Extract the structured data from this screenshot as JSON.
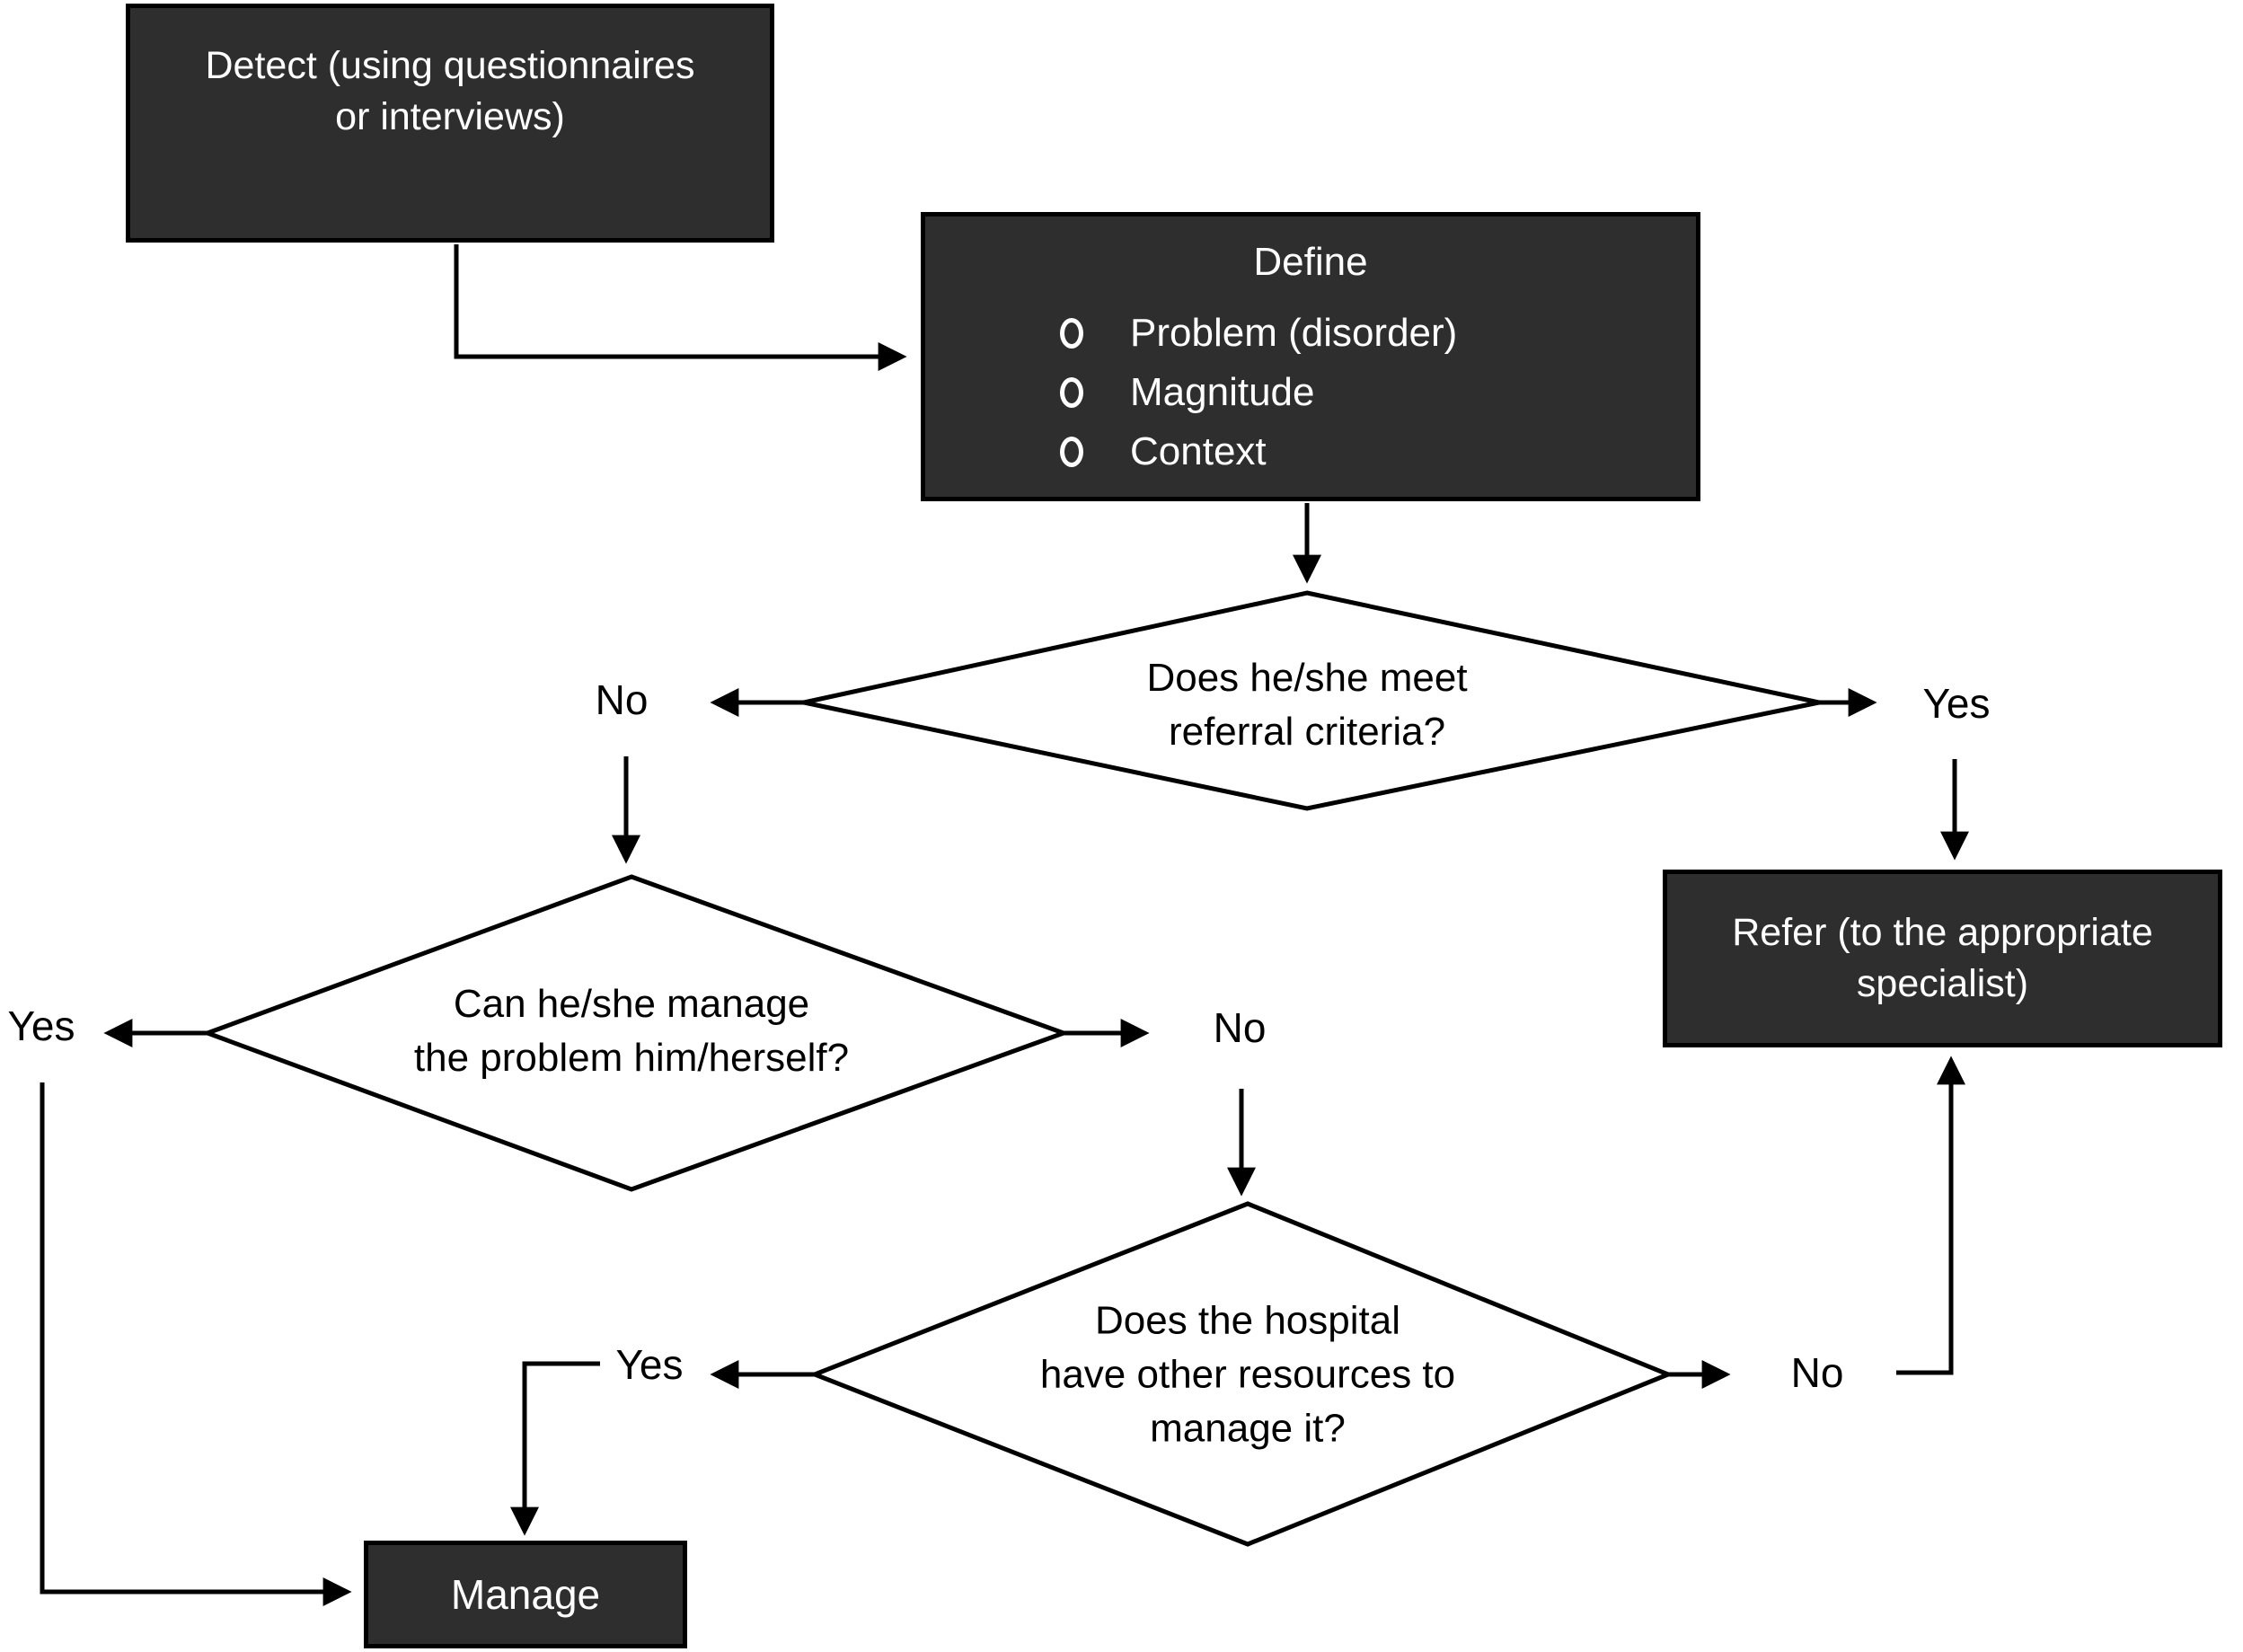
{
  "colors": {
    "node_fill": "#2e2e2e",
    "node_border": "#000000",
    "node_text": "#ffffff",
    "diamond_fill": "#ffffff",
    "line": "#000000",
    "background": "#ffffff"
  },
  "nodes": {
    "detect": {
      "lines": [
        "Detect (using questionnaires",
        "or interviews)"
      ]
    },
    "define": {
      "title": "Define",
      "bullets": [
        "Problem (disorder)",
        "Magnitude",
        "Context"
      ]
    },
    "decision_referral": {
      "lines": [
        "Does he/she meet",
        "referral criteria?"
      ]
    },
    "refer": {
      "lines": [
        "Refer (to the appropriate",
        "specialist)"
      ]
    },
    "decision_self_manage": {
      "lines": [
        "Can he/she manage",
        "the problem him/herself?"
      ]
    },
    "decision_hospital_resources": {
      "lines": [
        "Does the hospital",
        "have other resources to",
        "manage it?"
      ]
    },
    "manage": {
      "label": "Manage"
    }
  },
  "edge_labels": {
    "referral_no": "No",
    "referral_yes": "Yes",
    "self_manage_yes": "Yes",
    "self_manage_no": "No",
    "hospital_yes": "Yes",
    "hospital_no": "No"
  }
}
